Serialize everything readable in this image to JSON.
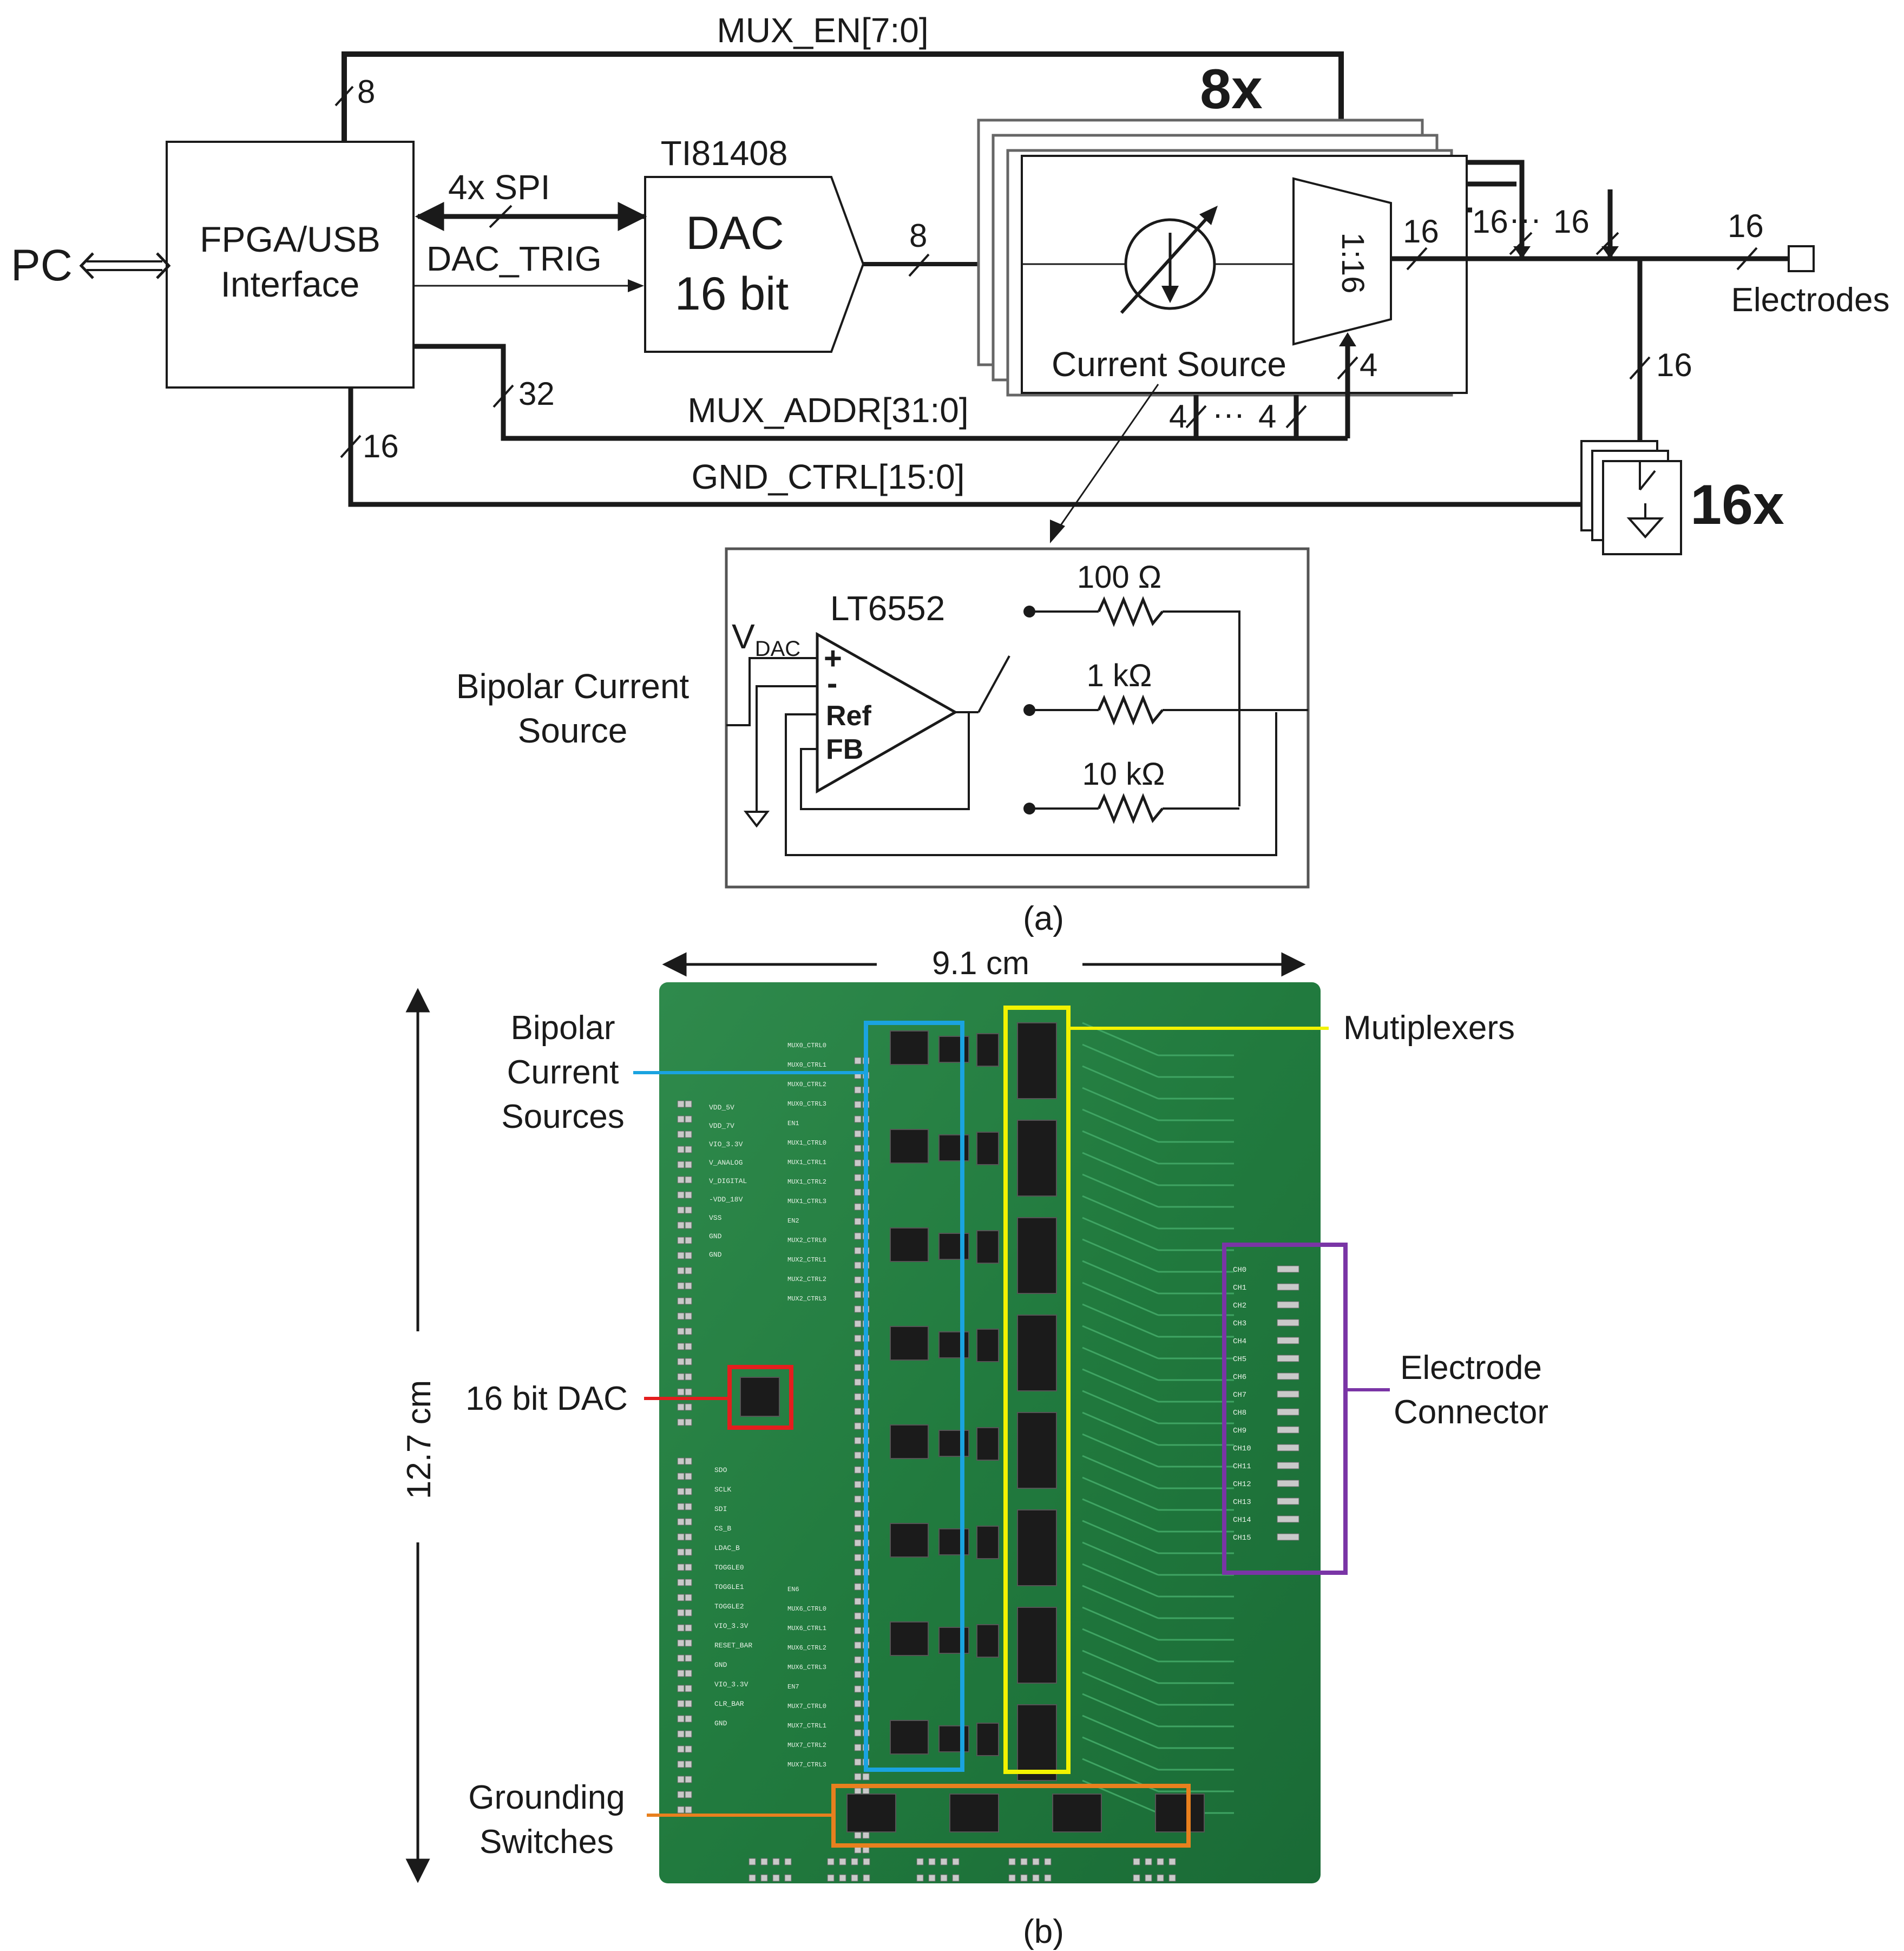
{
  "block_diagram": {
    "pc_label": "PC",
    "fpga_label_line1": "FPGA/USB",
    "fpga_label_line2": "Interface",
    "mux_en_label": "MUX_EN[7:0]",
    "mux_en_width": "8",
    "spi_label": "4x SPI",
    "dac_trig_label": "DAC_TRIG",
    "dac_part_label": "TI81408",
    "dac_label_line1": "DAC",
    "dac_label_line2": "16 bit",
    "dac_out_width": "8",
    "channel_multiplier": "8x",
    "current_source_label": "Current Source",
    "mux_ratio_label": "1:16",
    "mux_out_width": "16",
    "bus_width_a": "16",
    "bus_ellipsis": "···",
    "bus_width_b": "16",
    "electrode_bus_width": "16",
    "electrodes_label": "Electrodes",
    "addr_in_width": "4",
    "addr_width_a": "4",
    "addr_width_b": "4",
    "mux_addr_width": "32",
    "mux_addr_label": "MUX_ADDR[31:0]",
    "gnd_ctrl_width": "16",
    "gnd_ctrl_label": "GND_CTRL[15:0]",
    "ground_bus_width": "16",
    "ground_multiplier": "16x"
  },
  "inset": {
    "title_line1": "Bipolar Current",
    "title_line2": "Source",
    "opamp_part": "LT6552",
    "vdac_label": "V",
    "vdac_subscript": "DAC",
    "pin_plus": "+",
    "pin_minus": "-",
    "pin_ref": "Ref",
    "pin_fb": "FB",
    "resistor_1": "100 Ω",
    "resistor_2": "1 kΩ",
    "resistor_3": "10 kΩ"
  },
  "caption_a": "(a)",
  "photo": {
    "width_dim": "9.1 cm",
    "height_dim": "12.7 cm",
    "label_bipolar_line1": "Bipolar",
    "label_bipolar_line2": "Current",
    "label_bipolar_line3": "Sources",
    "label_multiplexers": "Mutiplexers",
    "label_dac": "16 bit DAC",
    "label_electrode_line1": "Electrode",
    "label_electrode_line2": "Connector",
    "label_grounding_line1": "Grounding",
    "label_grounding_line2": "Switches",
    "channel_labels": [
      "CH0",
      "CH1",
      "CH2",
      "CH3",
      "CH4",
      "CH5",
      "CH6",
      "CH7",
      "CH8",
      "CH9",
      "CH10",
      "CH11",
      "CH12",
      "CH13",
      "CH14",
      "CH15"
    ],
    "left_header_labels": [
      "VDD_5V",
      "VDD_7V",
      "VIO_3.3V",
      "V_ANALOG",
      "V_DIGITAL",
      "-VDD_18V",
      "VSS",
      "GND",
      "GND"
    ],
    "left_labels_low": [
      "SDO",
      "SCLK",
      "SDI",
      "CS_B",
      "LDAC_B",
      "TOGGLE0",
      "TOGGLE1",
      "TOGGLE2",
      "VIO_3.3V",
      "RESET_BAR",
      "GND",
      "VIO_3.3V",
      "CLR_BAR",
      "GND"
    ],
    "mux_ctrl_labels": [
      "MUX0_CTRL0",
      "MUX0_CTRL1",
      "MUX0_CTRL2",
      "MUX0_CTRL3",
      "EN1",
      "MUX1_CTRL0",
      "MUX1_CTRL1",
      "MUX1_CTRL2",
      "MUX1_CTRL3",
      "EN2",
      "MUX2_CTRL0",
      "MUX2_CTRL1",
      "MUX2_CTRL2",
      "MUX2_CTRL3"
    ],
    "mux_ctrl_labels_low": [
      "EN6",
      "MUX6_CTRL0",
      "MUX6_CTRL1",
      "MUX6_CTRL2",
      "MUX6_CTRL3",
      "EN7",
      "MUX7_CTRL0",
      "MUX7_CTRL1",
      "MUX7_CTRL2",
      "MUX7_CTRL3"
    ],
    "highlight_colors": {
      "bipolar": "#1aa3e0",
      "multiplexers": "#f2f200",
      "dac": "#e41e1e",
      "electrode": "#7a35a6",
      "grounding": "#e8801e"
    }
  },
  "caption_b": "(b)"
}
